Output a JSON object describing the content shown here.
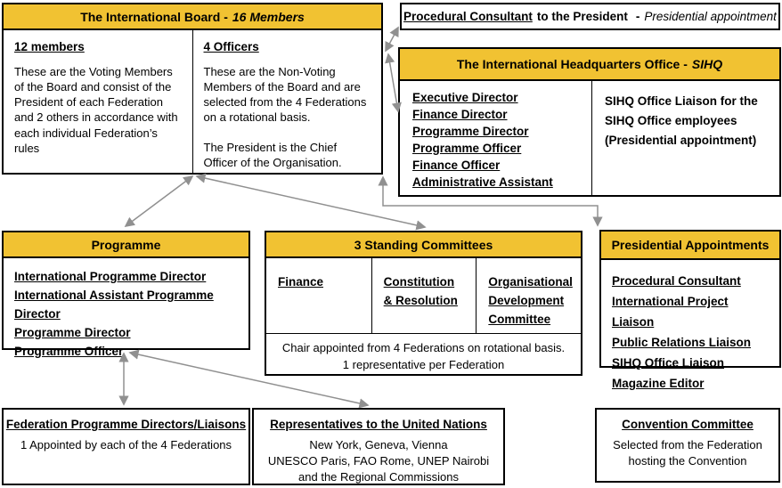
{
  "colors": {
    "header_yellow": "#F1C232",
    "border": "#000000",
    "arrow": "#909090"
  },
  "board": {
    "title": "The International Board -",
    "title_suffix": "16 Members",
    "members_cell": {
      "heading": "12 members",
      "body": "These are the Voting Members of the Board and consist of the President of each Federation and 2 others in accordance with each individual Federation’s rules"
    },
    "officers_cell": {
      "heading": "4 Officers",
      "body1": "These are the Non-Voting Members of the Board and are selected from the 4 Federations on a rotational basis.",
      "body2": "The President is the Chief Officer of the Organisation."
    }
  },
  "procedural": {
    "underlined": "Procedural Consultant",
    "rest": "to the President",
    "dash": "-",
    "suffix": "Presidential appointment"
  },
  "sihq": {
    "title": "The International Headquarters Office -",
    "title_suffix": "SIHQ",
    "roles": [
      "Executive Director",
      "Finance Director",
      "Programme Director",
      "Programme Officer",
      "Finance Officer",
      "Administrative Assistant"
    ],
    "liaison_lines": [
      "SIHQ Office Liaison for the",
      "SIHQ Office employees",
      "(Presidential appointment)"
    ]
  },
  "programme": {
    "title": "Programme",
    "roles": [
      "International Programme Director",
      "International Assistant Programme Director",
      "Programme Director",
      "Programme Officer"
    ]
  },
  "committees": {
    "title": "3 Standing Committees",
    "cell1": [
      "Finance"
    ],
    "cell2": [
      "Constitution",
      "& Resolution"
    ],
    "cell3": [
      "Organisational",
      "Development",
      "Committee"
    ],
    "note_line1": "Chair appointed from 4 Federations on rotational basis.",
    "note_line2": "1 representative per Federation"
  },
  "presidential": {
    "title": "Presidential Appointments",
    "roles": [
      "Procedural Consultant",
      "International Project Liaison",
      "Public Relations Liaison",
      "SIHQ Office Liaison",
      "Magazine Editor"
    ]
  },
  "federation": {
    "title": "Federation Programme Directors/Liaisons",
    "body": "1 Appointed by each of the 4 Federations"
  },
  "un": {
    "title": "Representatives to the United Nations",
    "body_lines": [
      "New York, Geneva, Vienna",
      "UNESCO Paris, FAO Rome, UNEP Nairobi",
      "and the Regional Commissions"
    ]
  },
  "convention": {
    "title": "Convention Committee",
    "body_lines": [
      "Selected from the Federation",
      "hosting the Convention"
    ]
  }
}
